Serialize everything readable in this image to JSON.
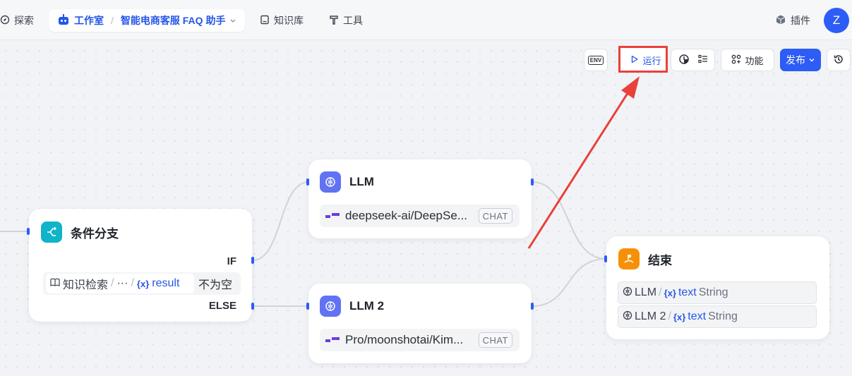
{
  "topbar": {
    "explore_label": "探索",
    "studio_label": "工作室",
    "app_name": "智能电商客服 FAQ 助手",
    "knowledge_label": "知识库",
    "tools_label": "工具",
    "plugins_label": "插件",
    "avatar_initial": "Z"
  },
  "toolbar": {
    "env_label": "ENV",
    "run_label": "运行",
    "features_label": "功能",
    "publish_label": "发布"
  },
  "nodes": {
    "condition": {
      "title": "条件分支",
      "if_label": "IF",
      "else_label": "ELSE",
      "cond_source": "知识检索",
      "cond_ellipsis": "···",
      "cond_var_token": "{x}",
      "cond_var": "result",
      "cond_op": "不为空"
    },
    "llm1": {
      "title": "LLM",
      "model": "deepseek-ai/DeepSe...",
      "badge": "CHAT"
    },
    "llm2": {
      "title": "LLM 2",
      "model": "Pro/moonshotai/Kim...",
      "badge": "CHAT"
    },
    "end": {
      "title": "结束",
      "outputs": [
        {
          "node": "LLM",
          "token": "{x}",
          "var": "text",
          "type": "String"
        },
        {
          "node": "LLM 2",
          "token": "{x}",
          "var": "text",
          "type": "String"
        }
      ]
    }
  },
  "colors": {
    "accent": "#2d5cf6",
    "condition_icon": "#0fb4c9",
    "llm_icon": "#6172f3",
    "end_icon": "#f79009",
    "annotation_red": "#e8413c"
  }
}
